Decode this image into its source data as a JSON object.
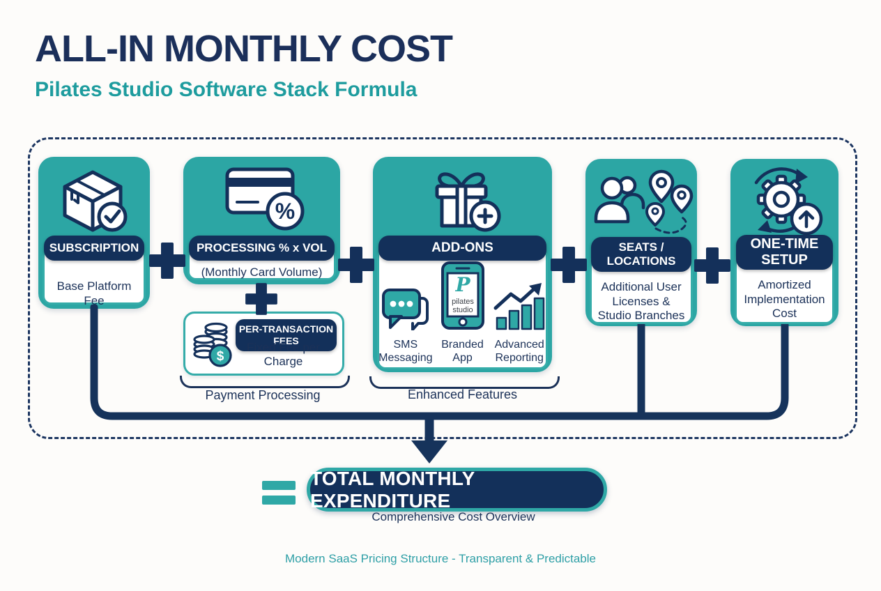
{
  "header": {
    "title": "ALL-IN MONTHLY COST",
    "subtitle": "Pilates Studio Software Stack Formula"
  },
  "formula": {
    "boxes": [
      {
        "id": "subscription",
        "icon": "package-check-icon",
        "label": "SUBSCRIPTION",
        "description": "Base Platform Fee"
      },
      {
        "id": "processing",
        "icon": "credit-card-percent-icon",
        "label": "PROCESSING % x VOL",
        "description": "(Monthly Card Volume)"
      },
      {
        "id": "add-ons",
        "icon": "gift-plus-icon",
        "label": "ADD-ONS",
        "items": [
          {
            "icon": "sms-chat-icon",
            "label": "SMS Messaging"
          },
          {
            "icon": "branded-app-phone-icon",
            "label": "Branded App"
          },
          {
            "icon": "bar-chart-growth-icon",
            "label": "Advanced Reporting"
          }
        ]
      },
      {
        "id": "seats-locations",
        "icon": "users-map-pins-icon",
        "label": "SEATS / LOCATIONS",
        "description": "Additional User Licenses & Studio Branches"
      },
      {
        "id": "one-time-setup",
        "icon": "gear-sync-arrow-icon",
        "label": "ONE-TIME SETUP",
        "description": "Amortized Implementation Cost"
      }
    ],
    "sub_box": {
      "id": "per-transaction-fees",
      "icon": "coins-dollar-icon",
      "label": "PER-TRANSACTION FEES",
      "description": "Fixed Fee per Charge"
    },
    "groups": [
      {
        "label": "Payment Processing"
      },
      {
        "label": "Enhanced Features"
      }
    ],
    "operators": {
      "plus": "+",
      "equals": "="
    }
  },
  "result": {
    "label": "TOTAL MONTHLY EXPENDITURE",
    "caption": "Comprehensive Cost Overview"
  },
  "footer": {
    "tagline": "Modern SaaS Pricing Structure - Transparent & Predictable"
  },
  "icons": {
    "percent_symbol": "%",
    "dollar_symbol": "$",
    "app_logo_letter": "P",
    "app_name_line1": "pilates",
    "app_name_line2": "studio"
  },
  "colors": {
    "navy": "#14305a",
    "teal": "#2ca6a4",
    "teal_text": "#1e9c9e",
    "line": "#16335b",
    "background": "#fdfcfa"
  }
}
